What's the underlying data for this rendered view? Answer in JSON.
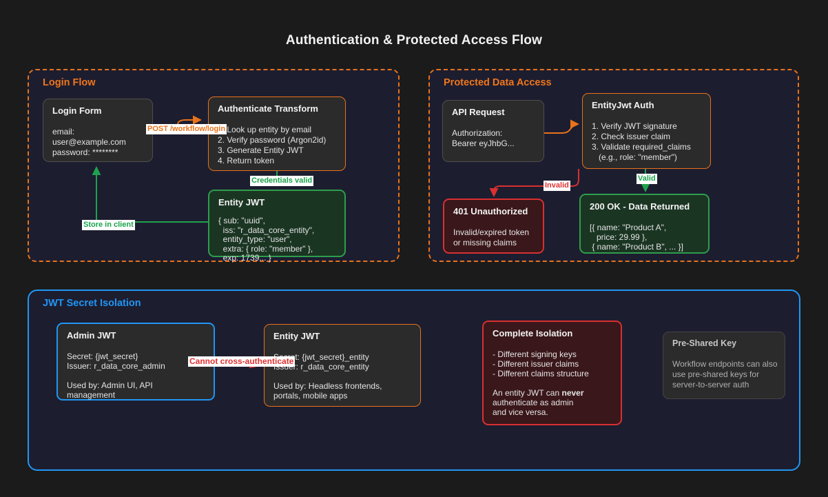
{
  "title": "Authentication & Protected Access Flow",
  "colors": {
    "background": "#1b1b1b",
    "container_fill": "#1d1d30",
    "accent_orange": "#e8731a",
    "accent_green": "#2e9e4c",
    "accent_red": "#d93030",
    "accent_blue": "#2196f3"
  },
  "login_flow": {
    "label": "Login Flow",
    "login_form": {
      "title": "Login Form",
      "lines": [
        "email:",
        "user@example.com",
        "password: ********"
      ]
    },
    "auth_transform": {
      "title": "Authenticate Transform",
      "lines": [
        "1. Look up entity by email",
        "2. Verify password (Argon2id)",
        "3. Generate Entity JWT",
        "4. Return token"
      ]
    },
    "entity_jwt": {
      "title": "Entity JWT",
      "lines": [
        "{ sub: \"uuid\",",
        "  iss: \"r_data_core_entity\",",
        "  entity_type: \"user\",",
        "  extra: { role: \"member\" },",
        "  exp: 1739... }"
      ]
    },
    "edges": {
      "post_login": "POST /workflow/login",
      "credentials_valid": "Credentials valid",
      "store_in_client": "Store in client"
    }
  },
  "protected_access": {
    "label": "Protected Data Access",
    "api_request": {
      "title": "API Request",
      "lines": [
        "Authorization:",
        "Bearer eyJhbG..."
      ]
    },
    "entityjwt_auth": {
      "title": "EntityJwt Auth",
      "lines": [
        "1. Verify JWT signature",
        "2. Check issuer claim",
        "3. Validate required_claims",
        "   (e.g., role: \"member\")"
      ]
    },
    "unauthorized": {
      "title": "401 Unauthorized",
      "lines": [
        "Invalid/expired token",
        "or missing claims"
      ]
    },
    "ok": {
      "title": "200 OK - Data Returned",
      "lines": [
        "[{ name: \"Product A\",",
        "   price: 29.99 },",
        " { name: \"Product B\", ... }]"
      ]
    },
    "edges": {
      "invalid": "Invalid",
      "valid": "Valid"
    }
  },
  "secret_isolation": {
    "label": "JWT Secret Isolation",
    "admin_jwt": {
      "title": "Admin JWT",
      "lines": [
        "Secret: {jwt_secret}",
        "Issuer: r_data_core_admin",
        "",
        "Used by: Admin UI, API",
        "management"
      ]
    },
    "entity_jwt": {
      "title": "Entity JWT",
      "lines": [
        "Secret: {jwt_secret}_entity",
        "Issuer: r_data_core_entity",
        "",
        "Used by: Headless frontends,",
        "portals, mobile apps"
      ]
    },
    "complete_isolation": {
      "title": "Complete Isolation",
      "bullets": [
        "- Different signing keys",
        "- Different issuer claims",
        "- Different claims structure"
      ],
      "note_prefix": "An entity JWT can ",
      "note_bold": "never",
      "note_lines": [
        "authenticate as admin",
        "and vice versa."
      ]
    },
    "pre_shared_key": {
      "title": "Pre-Shared Key",
      "lines": [
        "Workflow endpoints can also",
        "use pre-shared keys for",
        "server-to-server auth"
      ]
    },
    "edges": {
      "cannot_cross": "Cannot cross-authenticate"
    }
  }
}
